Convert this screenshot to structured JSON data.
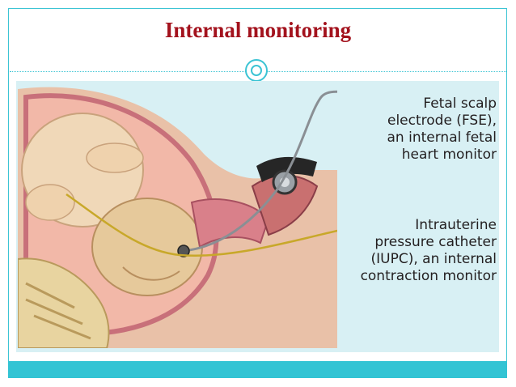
{
  "slide": {
    "title": "Internal monitoring",
    "accent_color": "#3cc4d4",
    "title_color": "#a3121d"
  },
  "illustration": {
    "fse_label": "Fetal scalp\nelectrode (FSE),\nan internal fetal\nheart monitor",
    "iupc_label": "Intrauterine\npressure catheter\n(IUPC), an internal\ncontraction monitor"
  }
}
